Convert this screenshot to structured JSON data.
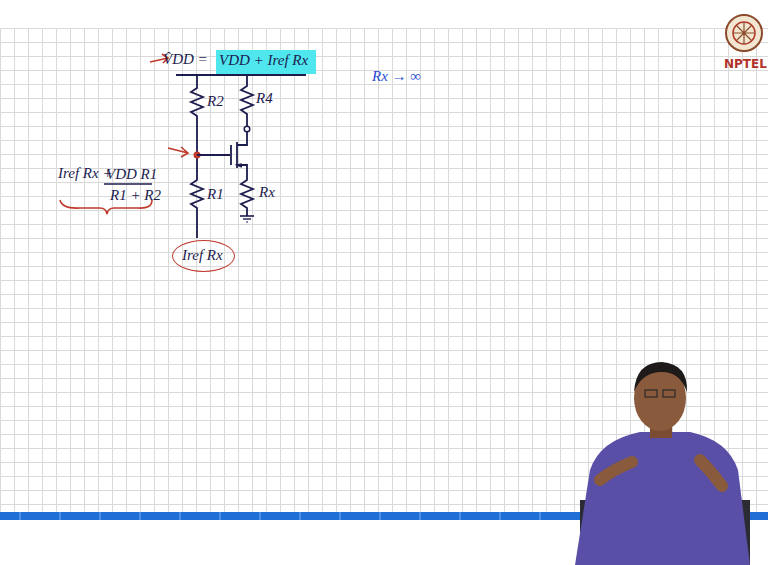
{
  "diagram": {
    "nodes": [
      {
        "text": [
          "VDD + Iref Rx"
        ]
      },
      {
        "text": [
          "Iref Rx"
        ]
      }
    ],
    "labels": [
      "V̂DD =",
      "R2",
      "R4",
      "R1",
      "Rx",
      "Iref Rx +",
      "VDD R1",
      "R1 + R2",
      "Rx → ∞",
      "NPTEL"
    ]
  }
}
